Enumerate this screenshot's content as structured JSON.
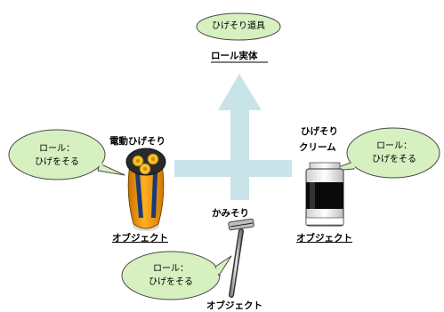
{
  "center": {
    "bubble": "ひげそり道具",
    "label": "ロール実体"
  },
  "shaver": {
    "name": "電動ひげそり",
    "object_label": "オブジェクト",
    "bubble_line1": "ロール：",
    "bubble_line2": "ひげをそる"
  },
  "cream": {
    "name_line1": "ひげそり",
    "name_line2": "クリーム",
    "object_label": "オブジェクト",
    "bubble_line1": "ロール：",
    "bubble_line2": "ひげをそる"
  },
  "razor": {
    "name": "かみそり",
    "object_label": "オブジェクト",
    "bubble_line1": "ロール：",
    "bubble_line2": "ひげをそる"
  },
  "colors": {
    "arrow": "#c8e4e8",
    "bubble_fill": "#d6f0c0",
    "bubble_stroke": "#4a4a4a",
    "shaver_orange": "#f0a000",
    "shaver_blue": "#1a3a7a"
  }
}
